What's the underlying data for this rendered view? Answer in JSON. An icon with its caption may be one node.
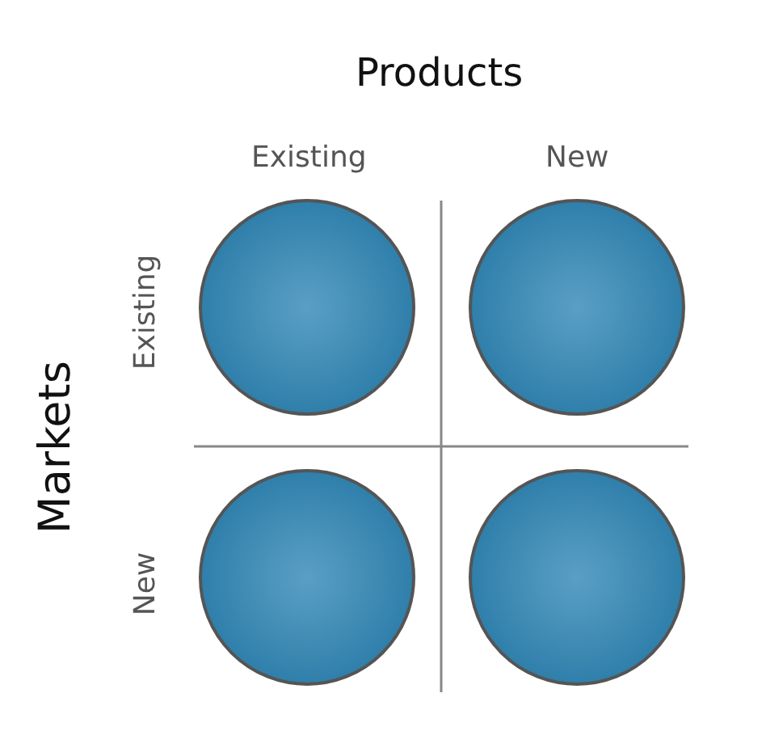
{
  "diagram": {
    "nodes": [
      {
        "text": [],
        "shape": "circle"
      },
      {
        "text": [],
        "shape": "circle"
      },
      {
        "text": [],
        "shape": "circle"
      },
      {
        "text": [],
        "shape": "circle"
      }
    ],
    "edges": [],
    "labels": [
      "Products",
      "Existing",
      "New",
      "Markets",
      "Existing",
      "New"
    ]
  }
}
